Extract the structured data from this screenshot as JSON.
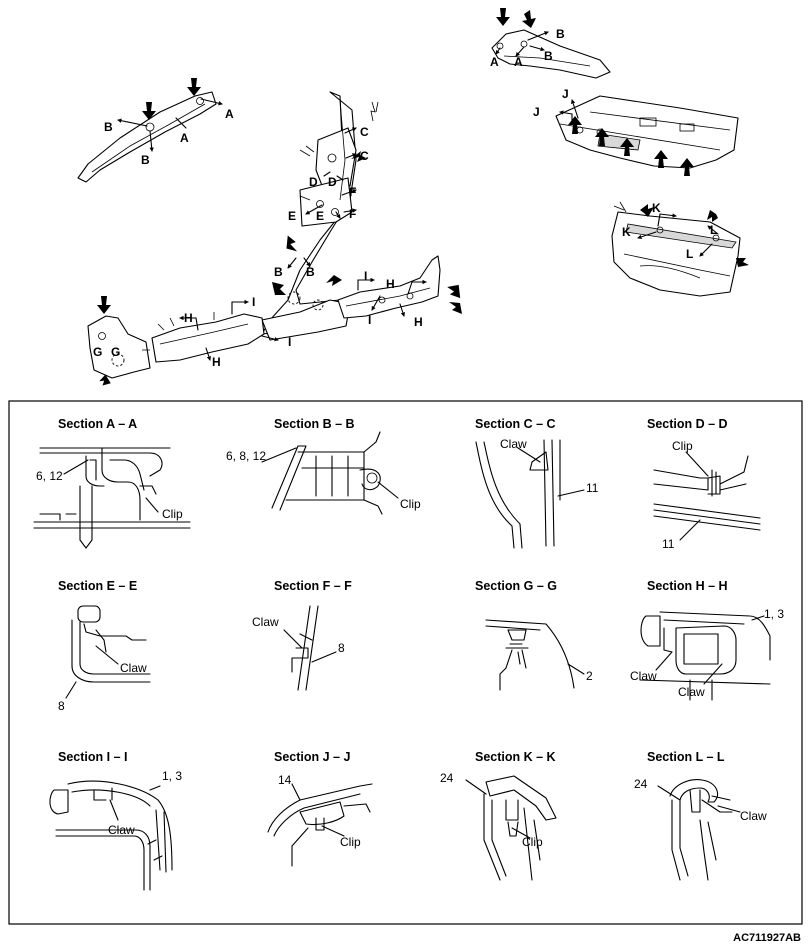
{
  "drawing_code": "AC711927AB",
  "overview": {
    "callouts": {
      "a_pillar": [
        "A",
        "A",
        "B",
        "B"
      ],
      "quarter_upper": [
        "A",
        "A",
        "B"
      ],
      "center_pillar": [
        "C",
        "C",
        "D",
        "D",
        "E",
        "E",
        "F",
        "F",
        "B",
        "B"
      ],
      "lower_left": [
        "G",
        "G",
        "H",
        "H",
        "I",
        "I"
      ],
      "lower_right": [
        "I",
        "I",
        "H",
        "H"
      ],
      "parcel_shelf": [
        "J",
        "J"
      ],
      "trunk_trim": [
        "K",
        "K",
        "L",
        "L"
      ]
    }
  },
  "sections": [
    {
      "title": "Section A – A",
      "labels": [
        "6, 12",
        "Clip"
      ]
    },
    {
      "title": "Section B – B",
      "labels": [
        "6, 8, 12",
        "Clip"
      ]
    },
    {
      "title": "Section C – C",
      "labels": [
        "Claw",
        "11"
      ]
    },
    {
      "title": "Section D – D",
      "labels": [
        "Clip",
        "11"
      ]
    },
    {
      "title": "Section E – E",
      "labels": [
        "Claw",
        "8"
      ]
    },
    {
      "title": "Section F – F",
      "labels": [
        "Claw",
        "8"
      ]
    },
    {
      "title": "Section G – G",
      "labels": [
        "2"
      ]
    },
    {
      "title": "Section H – H",
      "labels": [
        "1, 3",
        "Claw",
        "Claw"
      ]
    },
    {
      "title": "Section I – I",
      "labels": [
        "1, 3",
        "Claw"
      ]
    },
    {
      "title": "Section J – J",
      "labels": [
        "14",
        "Clip"
      ]
    },
    {
      "title": "Section K – K",
      "labels": [
        "24",
        "Clip"
      ]
    },
    {
      "title": "Section L – L",
      "labels": [
        "24",
        "Claw"
      ]
    }
  ]
}
